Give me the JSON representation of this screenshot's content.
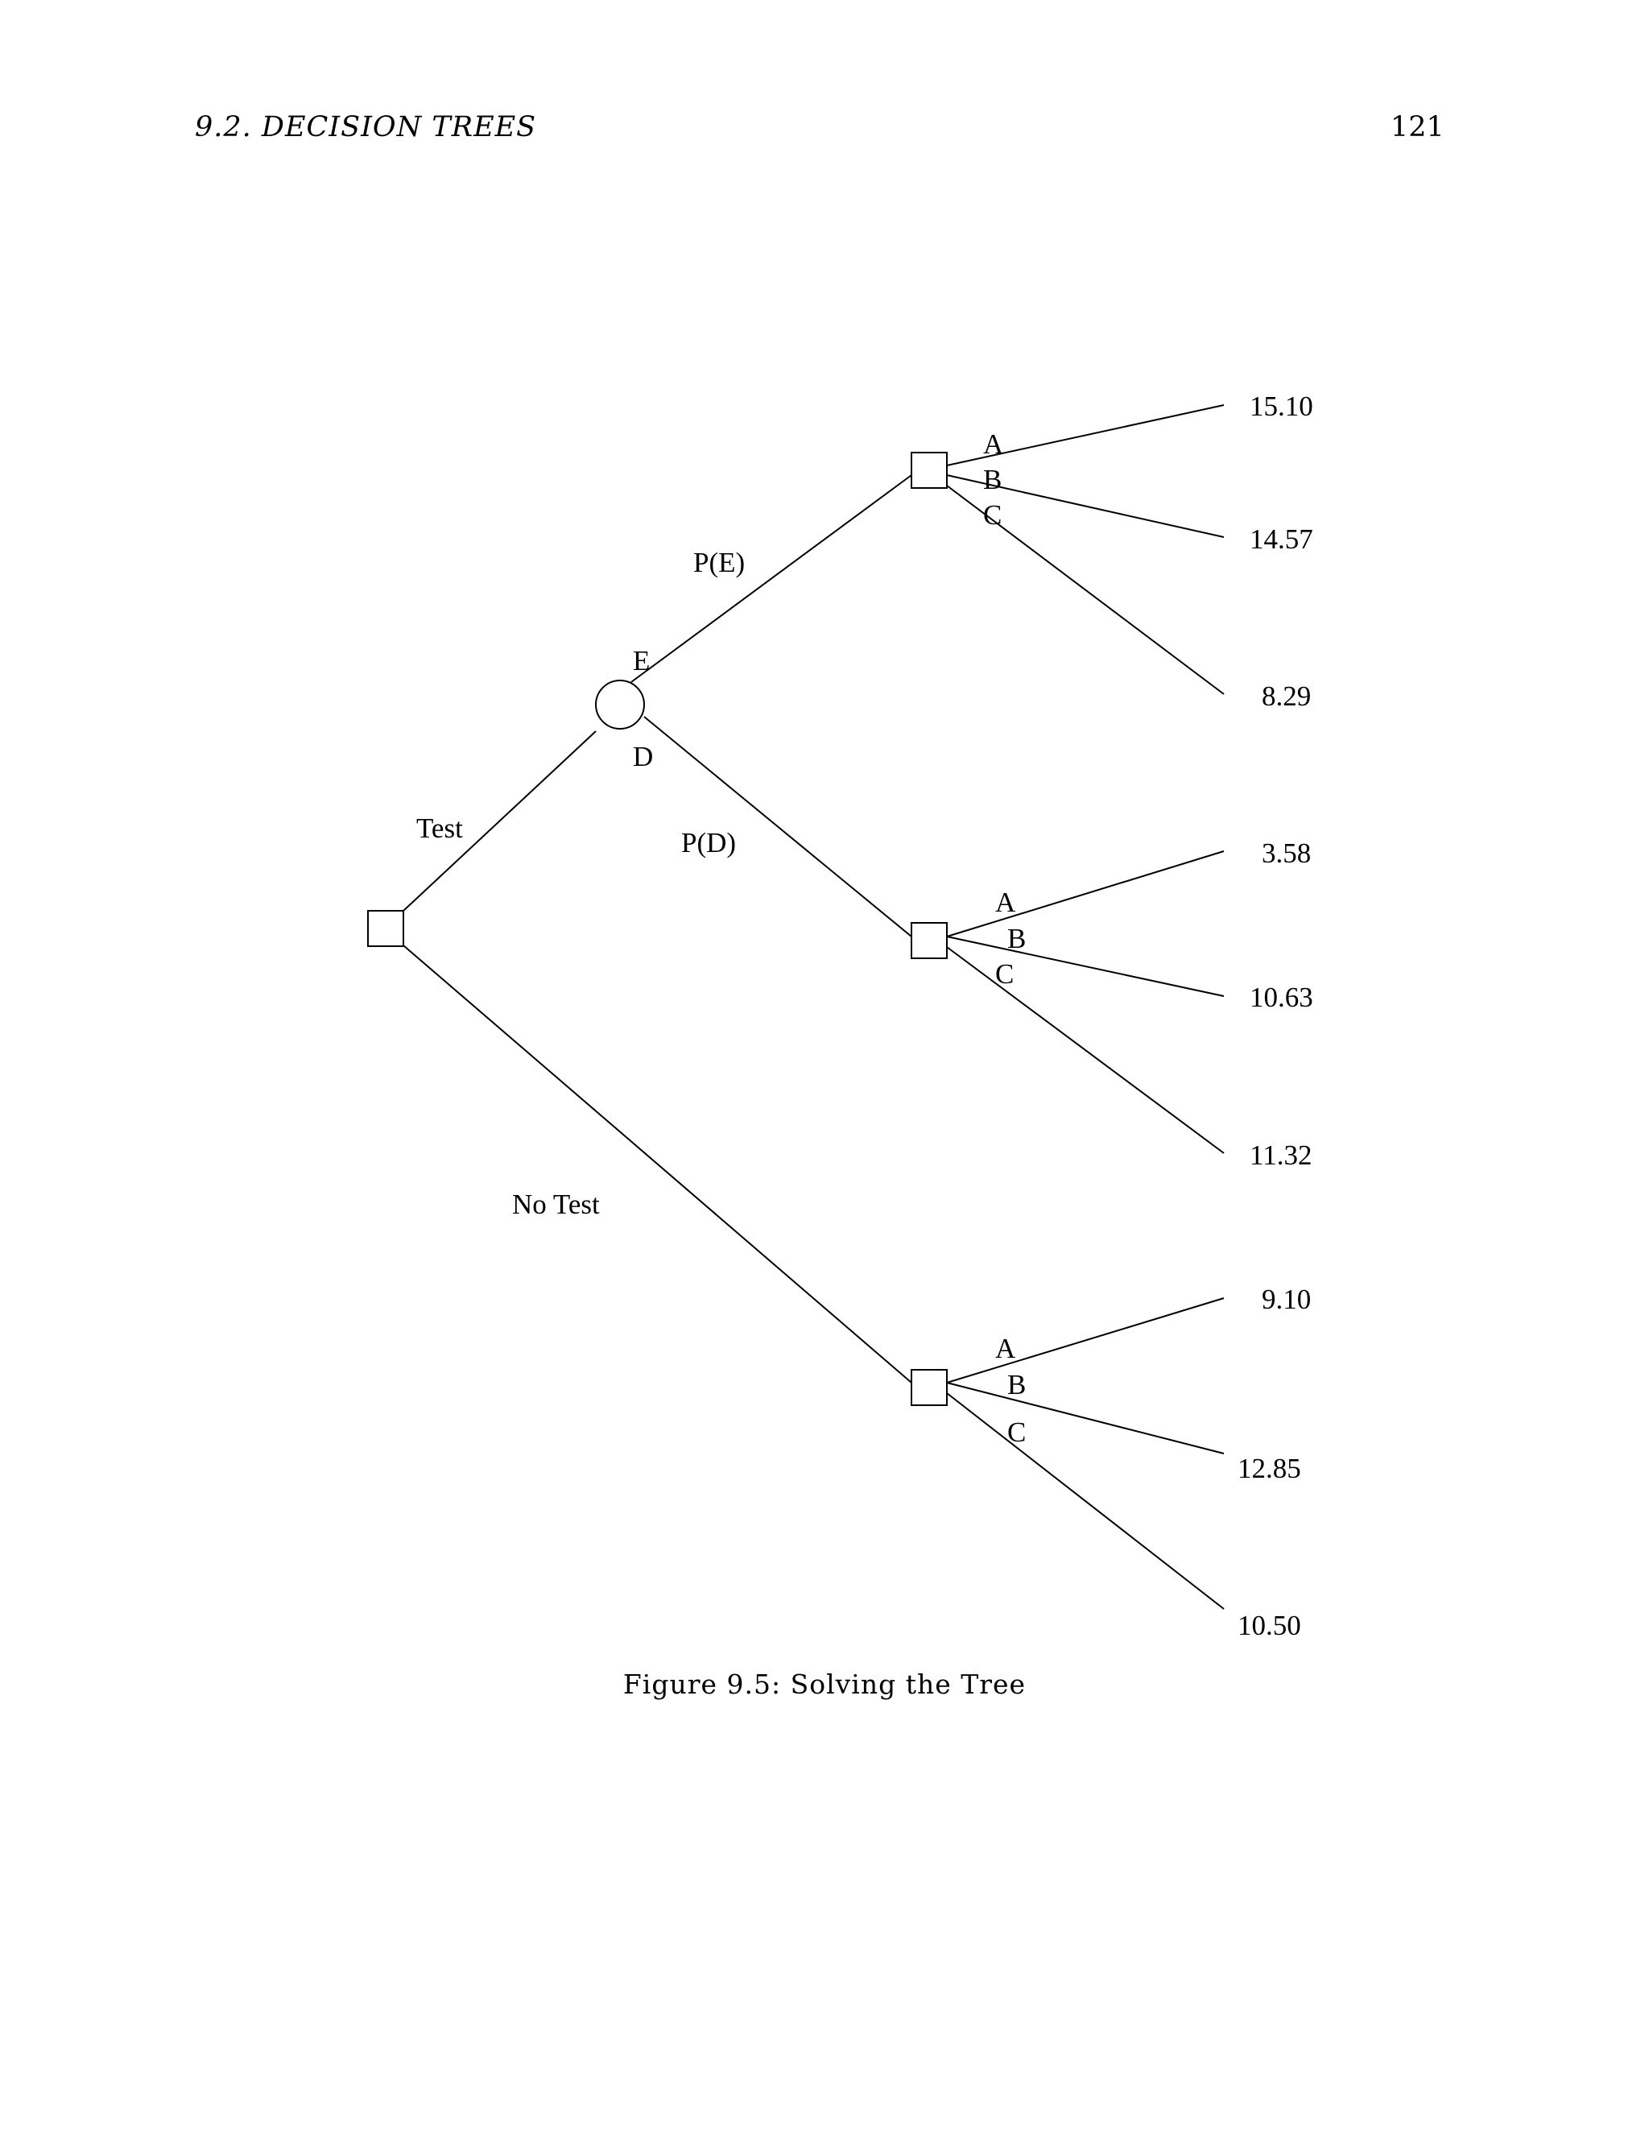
{
  "header": {
    "section": "9.2.  DECISION TREES",
    "page_number": "121"
  },
  "figure": {
    "branch_labels": {
      "test": "Test",
      "no_test": "No Test",
      "outcome_e": "E",
      "outcome_d": "D",
      "prob_e": "P(E)",
      "prob_d": "P(D)"
    },
    "decision_nodes": [
      {
        "options": [
          "A",
          "B",
          "C"
        ],
        "payoffs": [
          "15.10",
          "14.57",
          "8.29"
        ]
      },
      {
        "options": [
          "A",
          "B",
          "C"
        ],
        "payoffs": [
          "3.58",
          "10.63",
          "11.32"
        ]
      },
      {
        "options": [
          "A",
          "B",
          "C"
        ],
        "payoffs": [
          "9.10",
          "12.85",
          "10.50"
        ]
      }
    ],
    "caption": "Figure 9.5: Solving the Tree"
  }
}
